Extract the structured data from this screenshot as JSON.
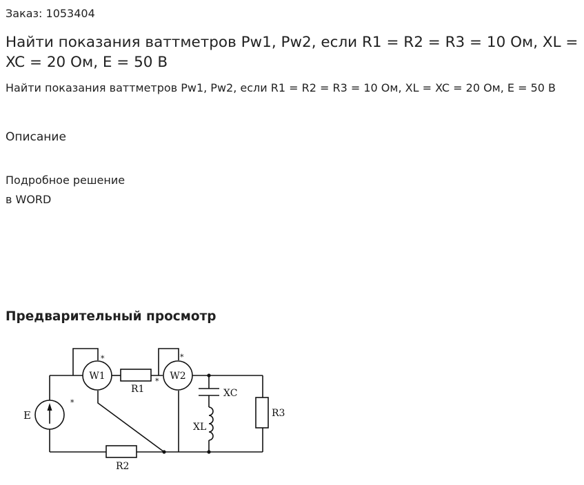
{
  "order": {
    "text": "Заказ: 1053404"
  },
  "title": "Найти показания ваттметров Pw1, Pw2, если R1 = R2 = R3 = 10 Ом, XL = XC = 20 Ом, E = 50 В",
  "subtitle": "Найти показания ваттметров Pw1, Pw2, если R1 = R2 = R3 = 10 Ом, XL = XC = 20 Ом, E = 50 В",
  "description": {
    "heading": "Описание",
    "line1": "Подробное решение",
    "line2": "в WORD"
  },
  "preview": {
    "heading": "Предварительный просмотр"
  },
  "circuit": {
    "labels": {
      "source": "E",
      "wattmeter1": "W1",
      "wattmeter2": "W2",
      "r1": "R1",
      "r2": "R2",
      "r3": "R3",
      "xc": "XC",
      "xl": "XL",
      "star": "*"
    },
    "line_color": "#111111"
  }
}
